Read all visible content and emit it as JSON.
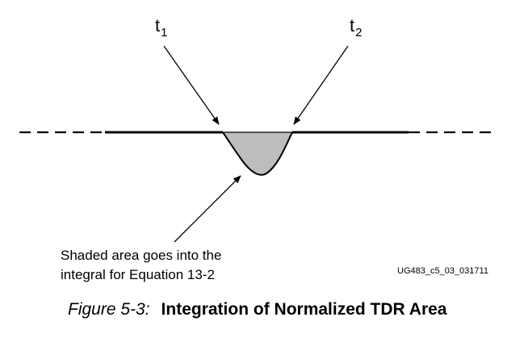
{
  "labels": {
    "t1": {
      "base": "t",
      "subscript": "1"
    },
    "t2": {
      "base": "t",
      "subscript": "2"
    }
  },
  "annotation": {
    "line1": "Shaded area goes into the",
    "line2": "integral for Equation 13-2"
  },
  "figure_id": "UG483_c5_03_031711",
  "caption": {
    "number": "Figure 5-3:",
    "title": "Integration of Normalized TDR Area"
  },
  "colors": {
    "line": "#000000",
    "shade": "#bdbdbd"
  }
}
